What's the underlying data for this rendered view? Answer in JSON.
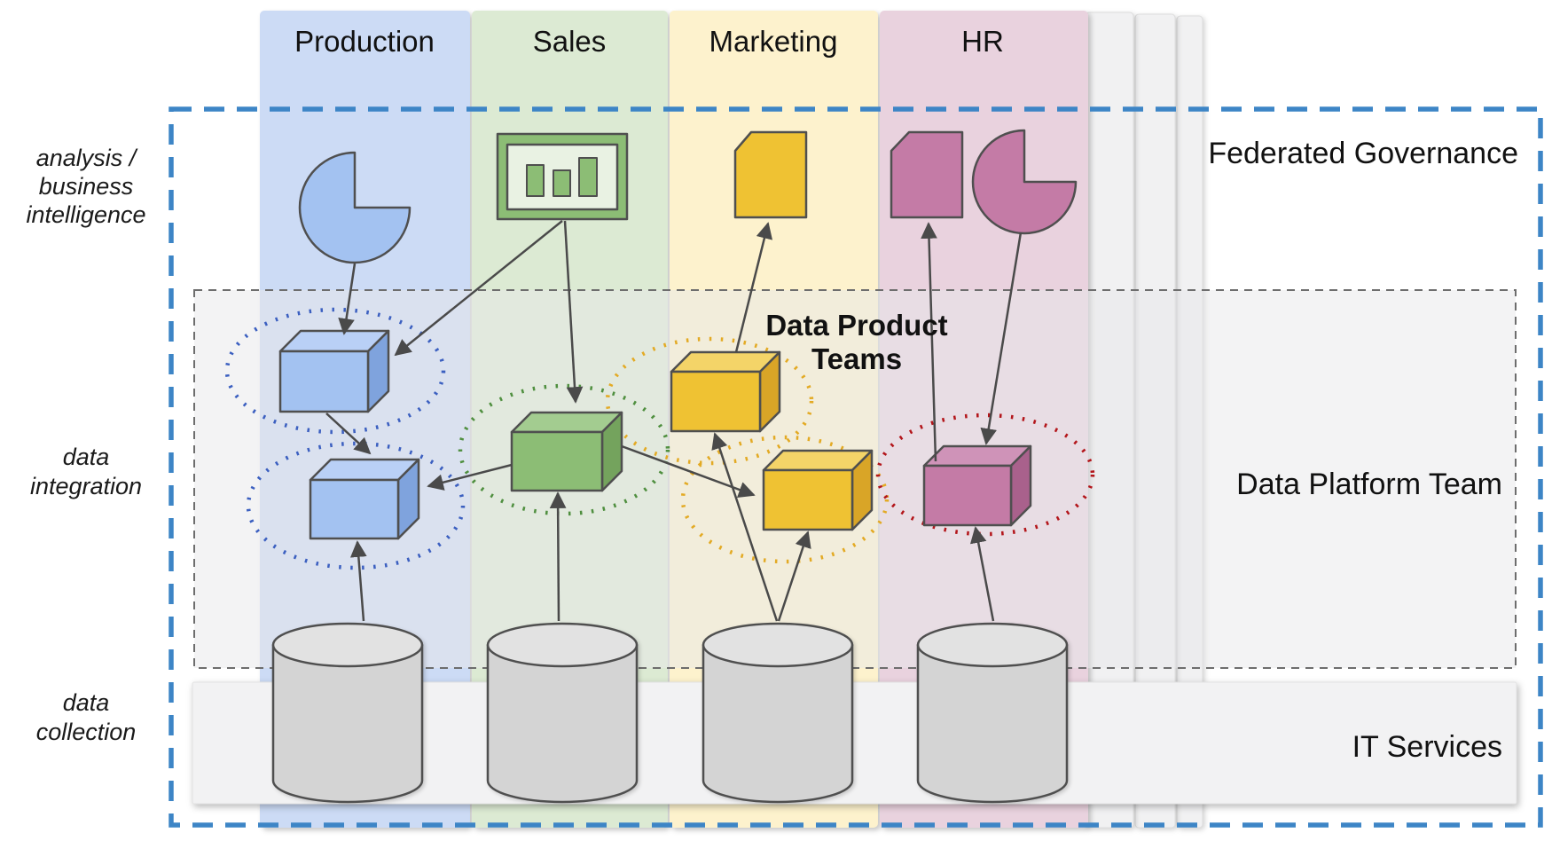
{
  "columns": [
    {
      "id": "production",
      "label": "Production",
      "bi_icon": "pie-chart-icon"
    },
    {
      "id": "sales",
      "label": "Sales",
      "bi_icon": "bar-chart-icon"
    },
    {
      "id": "marketing",
      "label": "Marketing",
      "bi_icon": "document-icon"
    },
    {
      "id": "hr",
      "label": "HR",
      "bi_icon": "document-icon, pie-chart-icon"
    }
  ],
  "extra_domain_placeholder_panels": 3,
  "row_labels": [
    {
      "id": "analysis",
      "lines": [
        "analysis /",
        "business",
        "intelligence"
      ]
    },
    {
      "id": "integration",
      "lines": [
        "data",
        "integration"
      ]
    },
    {
      "id": "collection",
      "lines": [
        "data",
        "collection"
      ]
    }
  ],
  "regions": {
    "federated_governance": "Federated Governance",
    "data_platform_team": "Data Platform Team",
    "it_services": "IT Services",
    "data_product_teams": {
      "line1": "Data Product",
      "line2": "Teams"
    }
  },
  "icons": {
    "analysis_layer": [
      "pie-chart-icon",
      "bar-chart-icon",
      "document-icon"
    ],
    "integration_layer": "data-product-cube-icon",
    "collection_layer": "database-cylinder-icon",
    "team_marker": "dotted-ellipse"
  },
  "colors": {
    "col-production": "#ccdbf5",
    "col-sales": "#dcead3",
    "col-marketing": "#fdf2cd",
    "col-hr": "#e9d2de",
    "panel": "#f1f1f2",
    "border-blue": "#3d85c6",
    "box-gray": "#6d6d6d",
    "it-band": "#f2f2f3",
    "stroke": "#4f4f4f",
    "arrow": "#4a4a4a",
    "cube-blue": "#a3c2f1",
    "cube-blue-top": "#b9d0f6",
    "cube-blue-side": "#7fa3dd",
    "cube-green": "#8cbd75",
    "cube-green-top": "#a3cc90",
    "cube-green-side": "#74a35d",
    "cube-yellow": "#efc233",
    "cube-yellow-top": "#f4d468",
    "cube-yellow-side": "#d9a527",
    "cube-pink": "#c47ba6",
    "cube-pink-top": "#cf93b8",
    "cube-pink-side": "#a9618c",
    "cylinder": "#d4d4d4",
    "cylinder-top": "#e2e2e2",
    "dots-blue": "#3b5fc0",
    "dots-green": "#4f8f3f",
    "dots-yellow": "#e3aa24",
    "dots-red": "#b3151a"
  }
}
